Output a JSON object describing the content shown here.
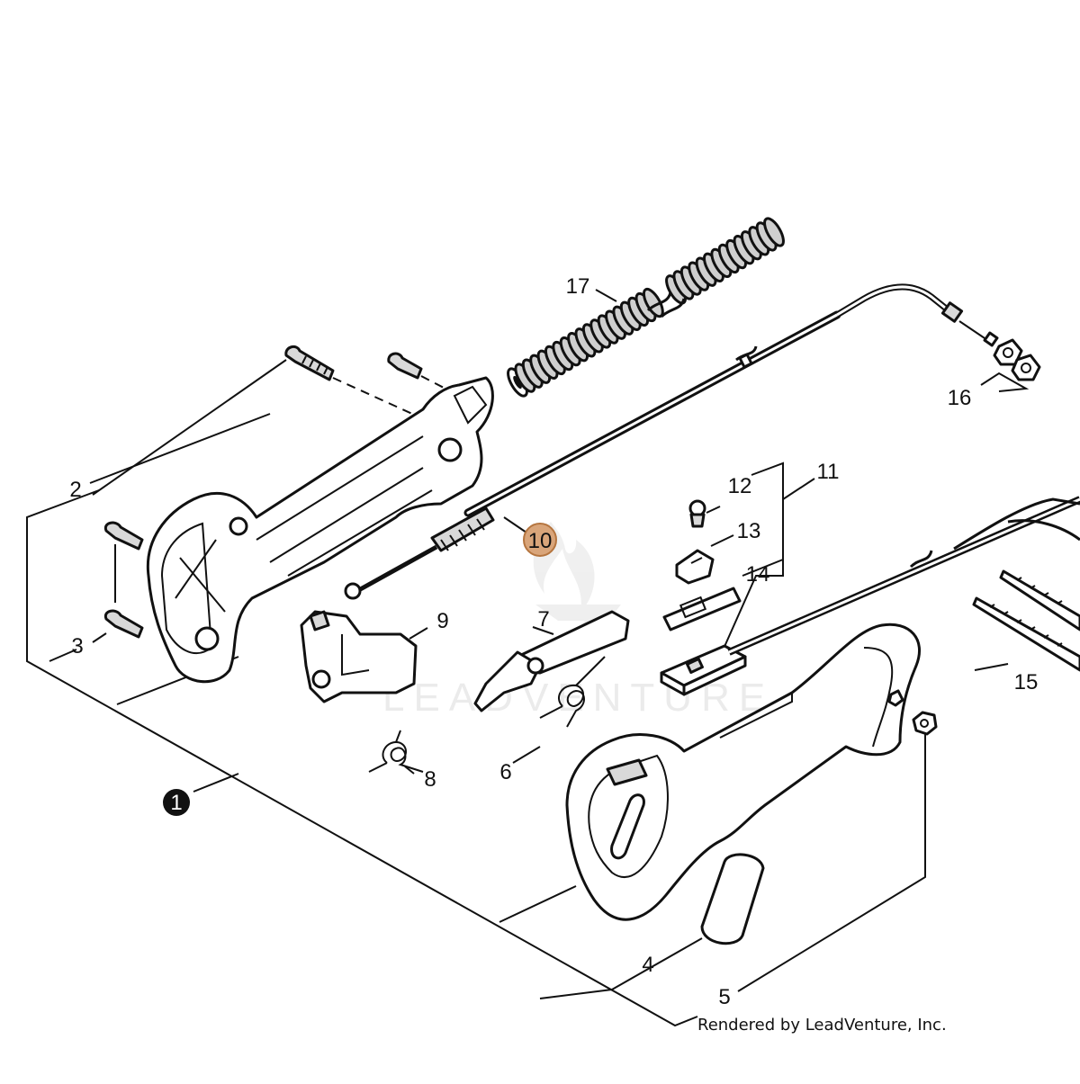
{
  "diagram": {
    "credit": "Rendered by LeadVenture, Inc.",
    "watermark": "LEADVENTURE",
    "highlight_color": "#d9a57a",
    "callouts": [
      {
        "id": "1",
        "text": "1",
        "style": "filled"
      },
      {
        "id": "2",
        "text": "2",
        "style": "plain"
      },
      {
        "id": "3",
        "text": "3",
        "style": "plain"
      },
      {
        "id": "4",
        "text": "4",
        "style": "plain"
      },
      {
        "id": "5",
        "text": "5",
        "style": "plain"
      },
      {
        "id": "6",
        "text": "6",
        "style": "plain"
      },
      {
        "id": "7",
        "text": "7",
        "style": "plain"
      },
      {
        "id": "8",
        "text": "8",
        "style": "plain"
      },
      {
        "id": "9",
        "text": "9",
        "style": "plain"
      },
      {
        "id": "10",
        "text": "10",
        "style": "highlighted"
      },
      {
        "id": "11",
        "text": "11",
        "style": "plain"
      },
      {
        "id": "12",
        "text": "12",
        "style": "plain"
      },
      {
        "id": "13",
        "text": "13",
        "style": "plain"
      },
      {
        "id": "14",
        "text": "14",
        "style": "plain"
      },
      {
        "id": "15",
        "text": "15",
        "style": "plain"
      },
      {
        "id": "16",
        "text": "16",
        "style": "plain"
      },
      {
        "id": "17",
        "text": "17",
        "style": "plain"
      }
    ]
  }
}
